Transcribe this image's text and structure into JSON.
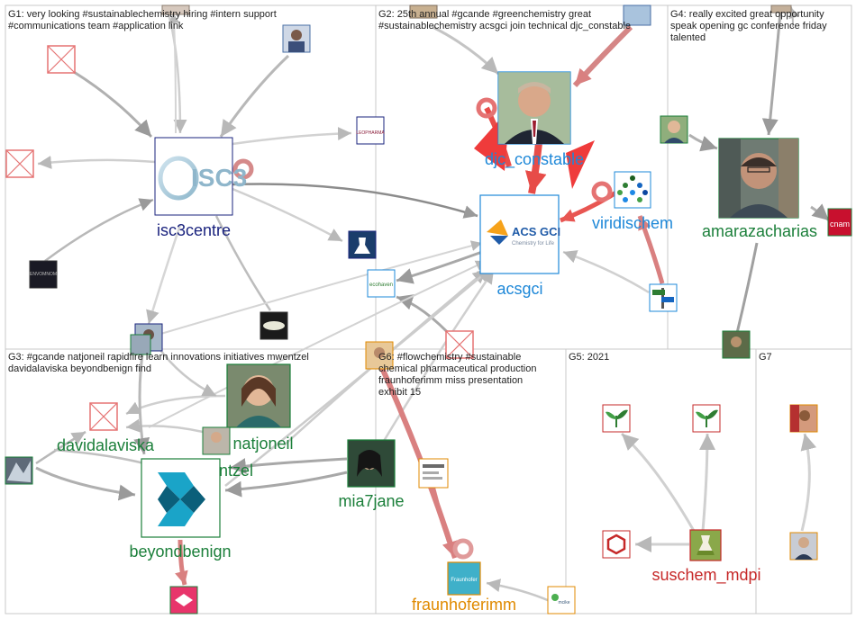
{
  "groups": [
    {
      "id": "G1",
      "lines": [
        "G1: very looking #sustainablechemistry hiring #intern support",
        "#communications team #application link"
      ]
    },
    {
      "id": "G2",
      "lines": [
        "G2: 25th annual #gcande #greenchemistry great",
        "#sustainablechemistry acsgci join technical djc_constable"
      ]
    },
    {
      "id": "G4",
      "lines": [
        "G4: really excited great opportunity",
        "speak opening gc conference friday",
        "talented"
      ]
    },
    {
      "id": "G3",
      "lines": [
        "G3: #gcande natjoneil rapidfire learn innovations initiatives mwentzel",
        "davidalaviska beyondbenign find"
      ]
    },
    {
      "id": "G6",
      "lines": [
        "G6: #flowchemistry #sustainable",
        "chemical pharmaceutical production",
        "fraunhoferimm miss presentation",
        "exhibit 15"
      ]
    },
    {
      "id": "G5",
      "lines": [
        "G5: 2021"
      ]
    },
    {
      "id": "G7",
      "lines": [
        "G7"
      ]
    }
  ],
  "vertex_labels": {
    "isc3centre": "isc3centre",
    "djc_constable": "djc_constable",
    "viridischem": "viridischem",
    "acsgci": "acsgci",
    "amarazacharias": "amarazacharias",
    "davidalaviska": "davidalaviska",
    "natjoneil": "natjoneil",
    "mwentzel": "ntzel",
    "mia7jane": "mia7jane",
    "beyondbenign": "beyondbenign",
    "fraunhoferimm": "fraunhoferimm",
    "suschem_mdpi": "suschem_mdpi"
  },
  "logo_text": {
    "isc3": "ISC3",
    "acs": "ACS GCI",
    "acs_sub": "Chemistry for Life",
    "ecohaven": "ecohaven",
    "fraunhofer": "Fraunhofer",
    "cnam": "cnam",
    "dark_tile": "ENVOMNOM",
    "leopharma": "LEOPHARMA",
    "mcike": "mcike"
  },
  "colors": {
    "blue_label": "#1e88d8",
    "navy_label": "#1a237e",
    "green_label": "#1b7f3a",
    "red_label": "#c62828",
    "orange_label": "#e08a00",
    "edge_gray": "#c4c4c4",
    "edge_dark": "#a8a8a8",
    "edge_red": "#e53935",
    "edge_pink": "#d98080"
  }
}
